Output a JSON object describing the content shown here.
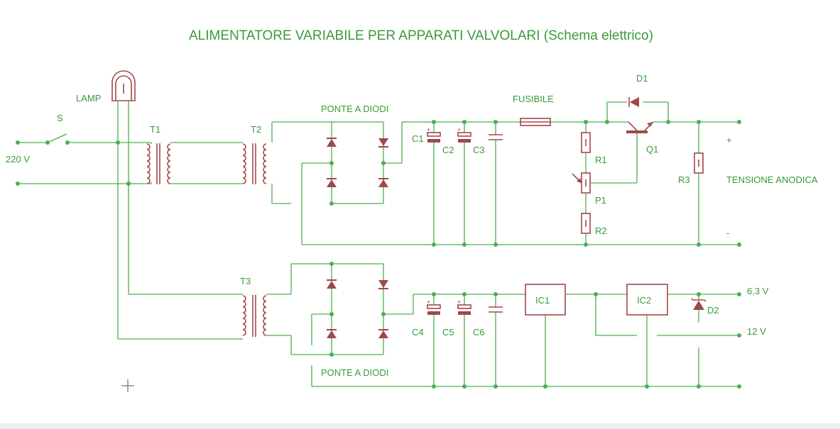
{
  "title": "ALIMENTATORE VARIABILE PER APPARATI VALVOLARI (Schema elettrico)",
  "labels": {
    "lamp": "LAMP",
    "switch": "S",
    "mains": "220 V",
    "t1": "T1",
    "t2": "T2",
    "t3": "T3",
    "bridge_top": "PONTE A DIODI",
    "bridge_bottom": "PONTE A DIODI",
    "fuse": "FUSIBILE",
    "c1": "C1",
    "c2": "C2",
    "c3": "C3",
    "c4": "C4",
    "c5": "C5",
    "c6": "C6",
    "r1": "R1",
    "p1": "P1",
    "r2": "R2",
    "r3": "R3",
    "d1": "D1",
    "q1": "Q1",
    "d2": "D2",
    "ic1": "IC1",
    "ic2": "IC2",
    "plus": "+",
    "minus": "-",
    "anode_voltage": "TENSIONE ANODICA",
    "out_63": "6,3 V",
    "out_12": "12 V"
  },
  "colors": {
    "wire": "#4caf50",
    "component": "#a04848",
    "text": "#3a9a3a"
  }
}
